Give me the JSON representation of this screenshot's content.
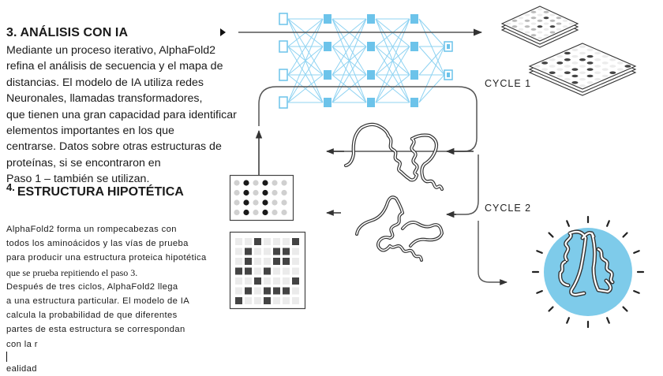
{
  "section3": {
    "title": "3. ANÁLISIS CON IA",
    "lines": [
      "Mediante un proceso iterativo, AlphaFold2",
      "refina el análisis de secuencia y el mapa de",
      "distancias. El modelo de IA utiliza redes",
      "Neuronales, llamadas transformadores,",
      "que tienen una gran capacidad para identificar",
      "elementos importantes en los que",
      "centrarse. Datos sobre otras estructuras de",
      "proteínas, si se encontraron en",
      "Paso 1 – también se utilizan."
    ]
  },
  "section4": {
    "number": "4.",
    "title": "ESTRUCTURA HIPOTÉTICA",
    "lines": [
      "AlphaFold2 forma un rompecabezas con",
      "todos los aminoácidos y las vías de prueba",
      "para producir una estructura proteica hipotética",
      "que se prueba repitiendo el paso 3.",
      "Después de tres ciclos, AlphaFold2 llega",
      "a una estructura particular. El modelo de IA",
      "calcula la probabilidad de que diferentes",
      "partes de esta estructura se correspondan",
      "con la realidad"
    ]
  },
  "labels": {
    "cycle1": "CYCLE  1",
    "cycle2": "CYCLE  2"
  },
  "colors": {
    "network": "#6cc3ea",
    "network_line": "#8fd3f2",
    "final_circle": "#7ecbea",
    "arrow": "#333333"
  },
  "icons": {
    "network": "neural-network-icon",
    "small_map_stack": "sequence-map-stack-icon",
    "large_map_stack": "distance-map-stack-icon",
    "dot_matrix": "sequence-alignment-icon",
    "distance_grid": "distance-matrix-icon",
    "protein_1": "protein-ribbon-icon",
    "protein_2": "protein-ribbon-icon",
    "final": "final-protein-structure-icon"
  }
}
